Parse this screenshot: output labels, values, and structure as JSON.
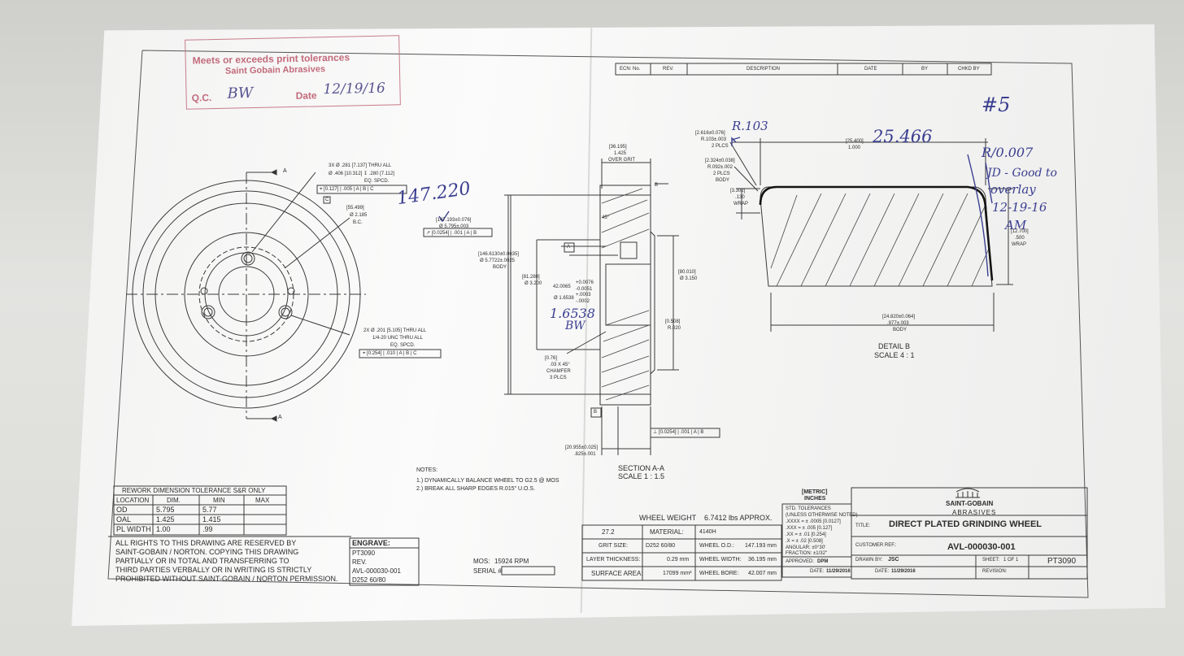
{
  "stamp": {
    "line1": "Meets or exceeds print tolerances",
    "line2": "Saint Gobain Abrasives",
    "qc_label": "Q.C.",
    "qc_initials": "BW",
    "date_label": "Date",
    "date_value": "12/19/16"
  },
  "revision_block": {
    "columns": [
      "ECN: No.",
      "REV.",
      "DESCRIPTION",
      "DATE",
      "BY",
      "CHKD BY"
    ]
  },
  "handwritten": {
    "sheet_no": "#5",
    "body_od": "147.220",
    "radius": "R.103",
    "wrap_width": "25.466",
    "approval_lines": [
      "R/0.007",
      "JD - Good to",
      "overlay",
      "12-19-16",
      "AM"
    ],
    "bore_check": "1.6538",
    "bore_initials": "BW"
  },
  "front_view": {
    "holes_callout": [
      "3X Ø .281 [7.137] THRU ALL",
      "Ø .406 [10.312] ↧ .280 [7.112]",
      "EQ. SPCD."
    ],
    "holes_fcf": [
      "[0.127]",
      ".005",
      "A",
      "B",
      "C"
    ],
    "datum_c": "C",
    "bc_callout": [
      "[55.499]",
      "Ø 2.185",
      "B.C."
    ],
    "tapped_callout": [
      "2X Ø .201 [5.105] THRU ALL",
      "1/4-20 UNC THRU ALL",
      "EQ. SPCD."
    ],
    "tapped_fcf": [
      "[0.254]",
      ".010",
      "A",
      "B",
      "C"
    ],
    "section_mark": "A"
  },
  "section_view": {
    "dim_over_grit": [
      "[36.195]",
      "1.425",
      "OVER GRIT"
    ],
    "dim_od": [
      "[147.193±0.076]",
      "Ø 5.795±.003"
    ],
    "od_fcf": [
      "[0.0254]",
      ".001",
      "A",
      "B"
    ],
    "dim_body": [
      "[146.6130±0.0635]",
      "Ø 5.7722±.0025",
      "BODY"
    ],
    "dim_hub": [
      "[81.280]",
      "Ø 3.200"
    ],
    "dim_bore": [
      "42.0065",
      "+0.0076",
      "-0.0051",
      "Ø 1.6538",
      "+.0003",
      "-.0002"
    ],
    "dim_rim": [
      "[80.010]",
      "Ø 3.150"
    ],
    "dim_r": [
      "[0.508]",
      "R.020"
    ],
    "chamfer": [
      "[0.76]",
      ".03 X 45°",
      "CHAMFER",
      "3 PLCS"
    ],
    "angle": "45°",
    "datum_a": "A",
    "datum_b": "B",
    "face_fcf": [
      "[0.0254]",
      ".001",
      "A",
      "B"
    ],
    "dim_width": [
      "[20.955±0.025]",
      ".825±.001"
    ],
    "title": "SECTION A-A",
    "scale": "SCALE 1 : 1.5"
  },
  "detail_b": {
    "dim_r1": [
      "[2.616±0.076]",
      "R.103±.003",
      "2 PLCS"
    ],
    "dim_r2": [
      "[2.324±0.038]",
      "R.092±.002",
      "2 PLCS",
      "BODY"
    ],
    "dim_wrap_thk": [
      "[3.302]",
      ".130",
      "WRAP"
    ],
    "dim_top": [
      "[25.400]",
      "1.000"
    ],
    "dim_side": [
      "[12.700]",
      ".500",
      "WRAP"
    ],
    "dim_body": [
      "[24.820±0.064]",
      ".977±.003",
      "BODY"
    ],
    "title": "DETAIL B",
    "scale": "SCALE 4 : 1"
  },
  "notes": {
    "heading": "NOTES:",
    "items": [
      "1.) DYNAMICALLY BALANCE WHEEL TO G2.5 @ MOS",
      "2.) BREAK ALL SHARP EDGES R.015\" U.O.S."
    ]
  },
  "rework_table": {
    "title": "REWORK DIMENSION TOLERANCE S&R ONLY",
    "headers": [
      "LOCATION",
      "DIM.",
      "MIN",
      "MAX"
    ],
    "rows": [
      [
        "OD",
        "5.795",
        "5.77",
        ""
      ],
      [
        "OAL",
        "1.425",
        "1.415",
        ""
      ],
      [
        "PL WIDTH",
        "1.00",
        ".99",
        ""
      ]
    ]
  },
  "rights": [
    "ALL RIGHTS TO THIS DRAWING ARE RESERVED BY",
    "SAINT-GOBAIN / NORTON. COPYING THIS DRAWING",
    "PARTIALLY OR IN TOTAL AND TRANSFERRING TO",
    "THIRD PARTIES VERBALLY OR IN WRITING IS STRICTLY",
    "PROHIBITED WITHOUT SAINT-GOBAIN / NORTON PERMISSION."
  ],
  "engrave": {
    "label": "ENGRAVE:",
    "lines": [
      "PT3090",
      "REV.",
      "AVL-000030-001",
      "D252 60/80"
    ]
  },
  "mos": {
    "label": "MOS:",
    "value": "15924 RPM",
    "serial_label": "SERIAL #"
  },
  "wheel": {
    "weight_label": "WHEEL WEIGHT",
    "weight_value": "6.7412 lbs APPROX.",
    "cells": [
      [
        "27.2",
        "",
        "MATERIAL:",
        "4140H"
      ],
      [
        "GRIT SIZE:",
        "D252 60/80",
        "WHEEL O.D.:",
        "147.193 mm"
      ],
      [
        "LAYER THICKNESS:",
        "0.29 mm",
        "WHEEL WIDTH:",
        "36.195 mm"
      ],
      [
        "SURFACE AREA:",
        "17099 mm²",
        "WHEEL BORE:",
        "42.007 mm"
      ]
    ]
  },
  "tolerance": {
    "unit_top": "[METRIC]",
    "unit": "INCHES",
    "lines": [
      "STD. TOLERANCES",
      "(UNLESS OTHERWISE NOTED)",
      ".XXXX = ± .0005 [0.0127]",
      ".XXX = ± .005 [0.127]",
      ".XX = ± .01 [0.254]",
      ".X = ± .02 [0.508]",
      "ANGULAR: ±0°30'",
      "FRACTION: ±1/32\""
    ],
    "approved_label": "APPROVED:",
    "approved_by": "DPM",
    "date_label": "DATE:",
    "date": "11/29/2016"
  },
  "title_block": {
    "company": "SAINT-GOBAIN",
    "division": "ABRASIVES",
    "title_label": "TITLE:",
    "title": "DIRECT PLATED GRINDING WHEEL",
    "customer_label": "CUSTOMER REF.:",
    "part_no": "AVL-000030-001",
    "drawn_label": "DRAWN BY:",
    "drawn_by": "JSC",
    "sheet_label": "SHEET:",
    "sheet": "1 OF 1",
    "date_label": "DATE:",
    "date": "11/29/2016",
    "revision_label": "REVISION:",
    "pt": "PT3090"
  }
}
